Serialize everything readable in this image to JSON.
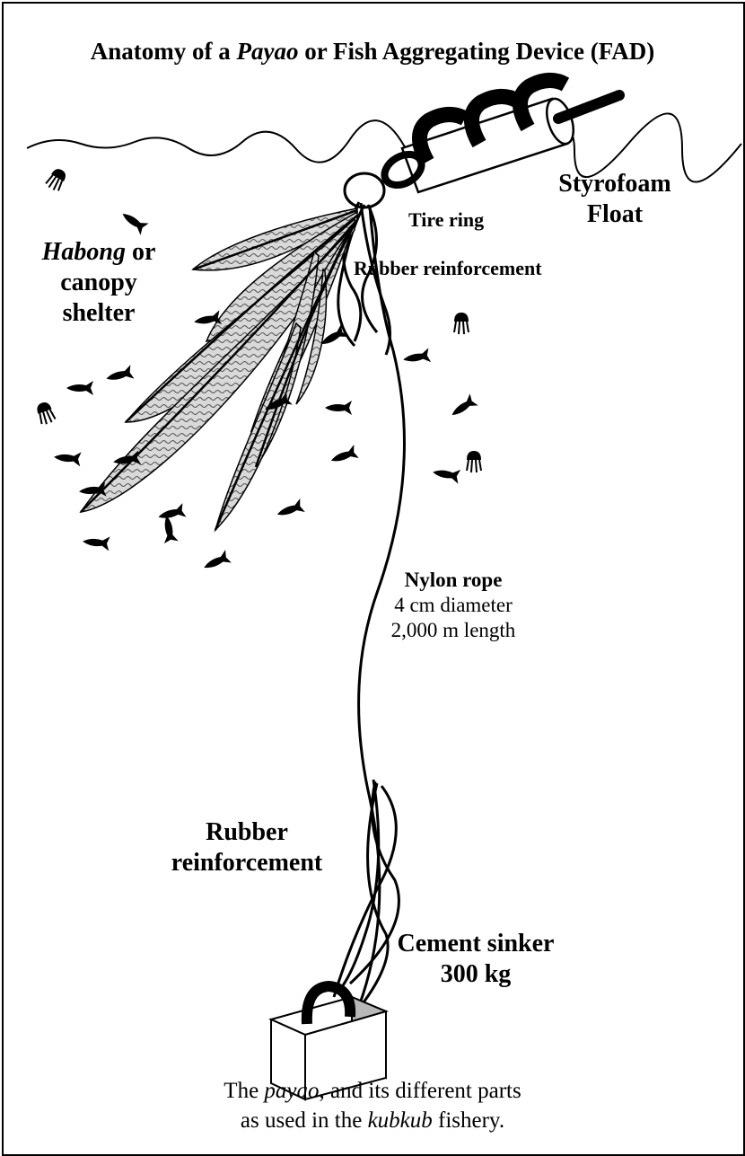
{
  "title": {
    "pre": "Anatomy of a ",
    "em": "Payao",
    "post": " or Fish Aggregating Device (FAD)"
  },
  "labels": {
    "float_1": "Styrofoam",
    "float_2": "Float",
    "tire_ring": "Tire ring",
    "habong_em": "Habong",
    "habong_rest": " or",
    "canopy": "canopy",
    "shelter": "shelter",
    "rubber_top": "Rubber reinforcement",
    "nylon_1": "Nylon rope",
    "nylon_2": "4 cm diameter",
    "nylon_3": "2,000 m length",
    "rubber_low_1": "Rubber",
    "rubber_low_2": "reinforcement",
    "sinker_1": "Cement sinker",
    "sinker_2": "300 kg"
  },
  "caption": {
    "l1_pre": "The ",
    "l1_em": "payao",
    "l1_post": ", and its different parts",
    "l2_pre": "as used in the ",
    "l2_em": "kubkub",
    "l2_post": " fishery."
  },
  "colors": {
    "ink": "#000000",
    "paper": "#ffffff",
    "block_side": "#b8b8b8",
    "frond_fill": "#d9d9d9"
  },
  "icons": [
    "fish-icon",
    "jellyfish-icon",
    "tire-icon",
    "sinker-block-icon"
  ]
}
